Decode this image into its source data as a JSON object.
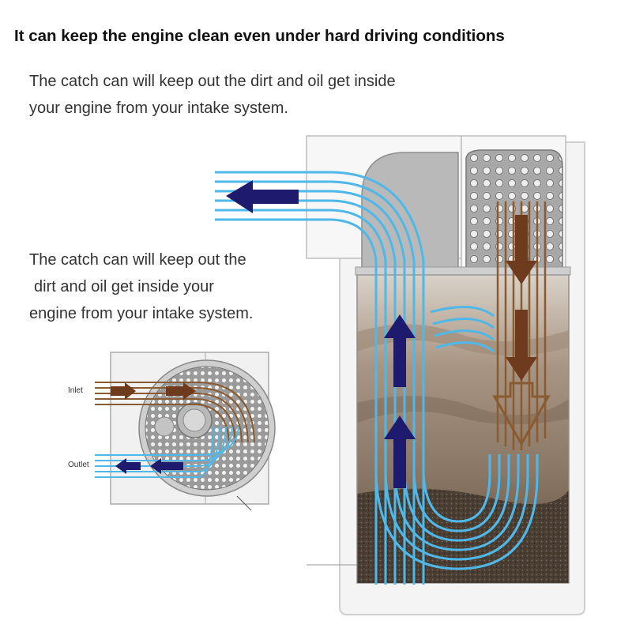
{
  "headline": "It can keep the engine clean even under hard driving conditions",
  "intro_lines": [
    "The catch can will keep out the dirt and oil get inside",
    "your engine from your intake system."
  ],
  "side_lines": [
    "The catch can will keep out the",
    " dirt and oil get inside your",
    "engine from your intake system."
  ],
  "small_diagram": {
    "inlet_label": "Inlet",
    "outlet_label": "Outlet"
  },
  "colors": {
    "clean_air": "#4fb8e8",
    "dirty_air": "#6e3b1e",
    "arrow_clean": "#1e1a6e",
    "oil_sludge": "#6b5a4a",
    "can_outline": "#b8b8b8"
  }
}
